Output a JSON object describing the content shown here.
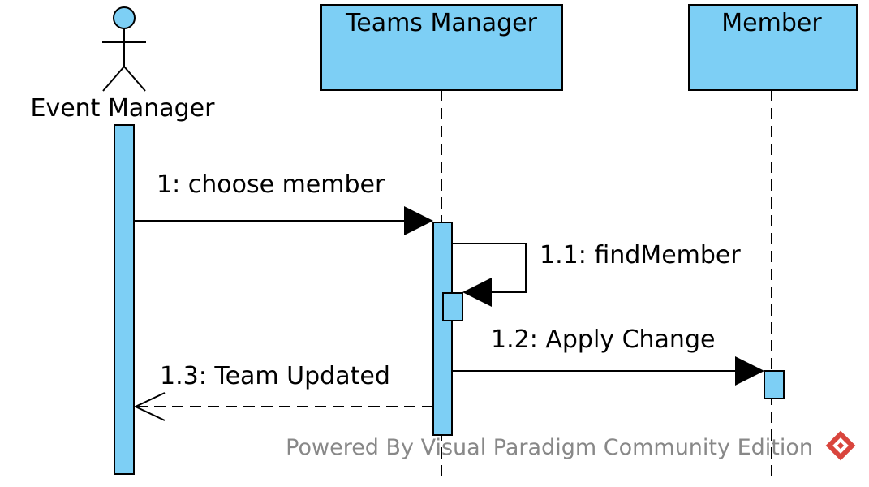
{
  "colors": {
    "fill": "#7dcff5",
    "stroke": "#000000",
    "watermark_text": "#888888",
    "watermark_logo": "#d9453d"
  },
  "participants": {
    "actor": "Event Manager",
    "teams_manager": "Teams Manager",
    "member": "Member"
  },
  "messages": {
    "m1": "1: choose member",
    "m1_1": "1.1: findMember",
    "m1_2": "1.2: Apply Change",
    "m1_3": "1.3: Team Updated"
  },
  "watermark": {
    "text": "Powered By Visual Paradigm Community Edition",
    "icon": "visual-paradigm-logo-icon"
  }
}
